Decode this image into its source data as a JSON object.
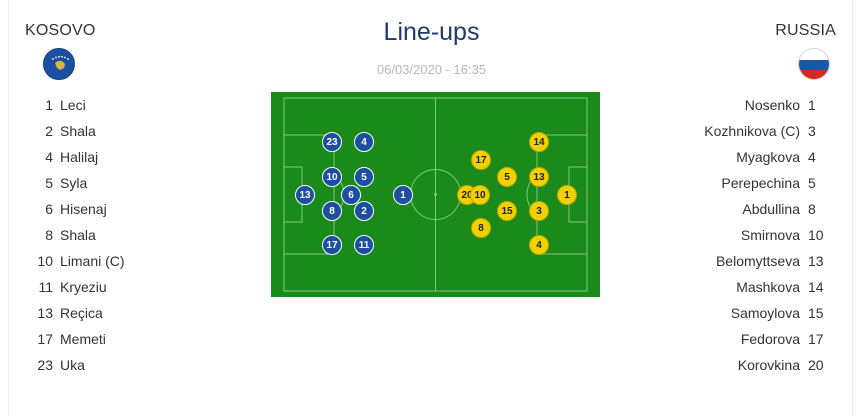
{
  "header": {
    "title": "Line-ups",
    "datetime": "06/03/2020 - 16:35"
  },
  "home": {
    "name": "KOSOVO",
    "flag_icon": "kosovo-flag-icon",
    "colors": {
      "shirt": "#1d4fa0",
      "number": "#ffffff"
    },
    "players": [
      {
        "number": "1",
        "name": "Leci"
      },
      {
        "number": "2",
        "name": "Shala"
      },
      {
        "number": "4",
        "name": "Halilaj"
      },
      {
        "number": "5",
        "name": "Syla"
      },
      {
        "number": "6",
        "name": "Hisenaj"
      },
      {
        "number": "8",
        "name": "Shala"
      },
      {
        "number": "10",
        "name": "Limani (C)"
      },
      {
        "number": "11",
        "name": "Kryeziu"
      },
      {
        "number": "13",
        "name": "Reçica"
      },
      {
        "number": "17",
        "name": "Memeti"
      },
      {
        "number": "23",
        "name": "Uka"
      }
    ]
  },
  "away": {
    "name": "RUSSIA",
    "flag_icon": "russia-flag-icon",
    "colors": {
      "shirt": "#f1d000",
      "number": "#222222"
    },
    "players": [
      {
        "number": "1",
        "name": "Nosenko"
      },
      {
        "number": "3",
        "name": "Kozhnikova (C)"
      },
      {
        "number": "4",
        "name": "Myagkova"
      },
      {
        "number": "5",
        "name": "Perepechina"
      },
      {
        "number": "8",
        "name": "Abdullina"
      },
      {
        "number": "10",
        "name": "Smirnova"
      },
      {
        "number": "13",
        "name": "Belomyttseva"
      },
      {
        "number": "14",
        "name": "Mashkova"
      },
      {
        "number": "15",
        "name": "Samoylova"
      },
      {
        "number": "17",
        "name": "Fedorova"
      },
      {
        "number": "20",
        "name": "Korovkina"
      }
    ]
  },
  "pitch": {
    "color": "#1a8a1a",
    "home_markers": [
      "23",
      "4",
      "10",
      "5",
      "13",
      "6",
      "8",
      "2",
      "17",
      "11",
      "1"
    ],
    "away_markers": [
      "14",
      "17",
      "5",
      "13",
      "20",
      "10",
      "1",
      "15",
      "3",
      "8",
      "4"
    ]
  }
}
